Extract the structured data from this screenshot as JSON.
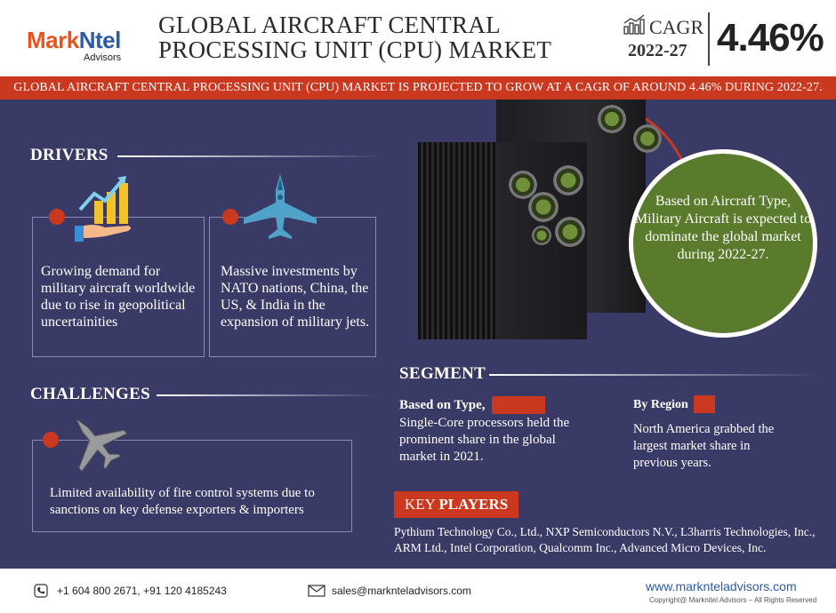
{
  "logo": {
    "mark": "Mark",
    "ntel": "Ntel",
    "sub": "Advisors"
  },
  "title": {
    "line1": "GLOBAL AIRCRAFT CENTRAL",
    "line2": "PROCESSING UNIT (CPU) MARKET"
  },
  "cagr": {
    "label": "CAGR",
    "years": "2022-27",
    "value": "4.46%"
  },
  "banner": "GLOBAL AIRCRAFT CENTRAL PROCESSING UNIT (CPU) MARKET IS PROJECTED TO GROW AT A CAGR OF AROUND 4.46% DURING 2022-27.",
  "drivers": {
    "heading": "DRIVERS",
    "items": [
      {
        "icon": "growth-chart-hand-icon",
        "text": "Growing demand for military aircraft worldwide due to rise in geopolitical uncertainities"
      },
      {
        "icon": "fighter-jet-icon",
        "text": "Massive investments by NATO nations, China, the US, & India in the expansion of military jets."
      }
    ]
  },
  "challenges": {
    "heading": "CHALLENGES",
    "icon": "fighter-jet-grey-icon",
    "text": "Limited availability of fire control systems due to sanctions on key defense exporters & importers"
  },
  "callout": "Based on Aircraft Type, Military Aircraft is expected to dominate the global market during 2022-27.",
  "segment": {
    "heading": "SEGMENT",
    "type_title": "Based on Type,",
    "type_text": "Single-Core processors held the prominent share in the global market in 2021.",
    "region_title": "By Region",
    "region_text": "North America grabbed the largest market share in previous years."
  },
  "key_players": {
    "heading_a": "KEY ",
    "heading_b": "PLAYERS",
    "text": "Pythium Technology Co., Ltd., NXP Semiconductors N.V., L3harris Technologies, Inc., ARM Ltd., Intel Corporation, Qualcomm Inc., Advanced Micro Devices, Inc."
  },
  "footer": {
    "phone": "+1 604 800 2671, +91 120 4185243",
    "email": "sales@marknteladvisors.com",
    "website": "www.marknteladvisors.com",
    "copyright": "Copyright@ Marknitel Advisors – All Rights Reserved"
  },
  "colors": {
    "accent": "#c9381f",
    "background": "#3a3a66",
    "callout": "#5a7a2c",
    "brand_blue": "#2b5aa8",
    "brand_orange": "#e8541e"
  }
}
